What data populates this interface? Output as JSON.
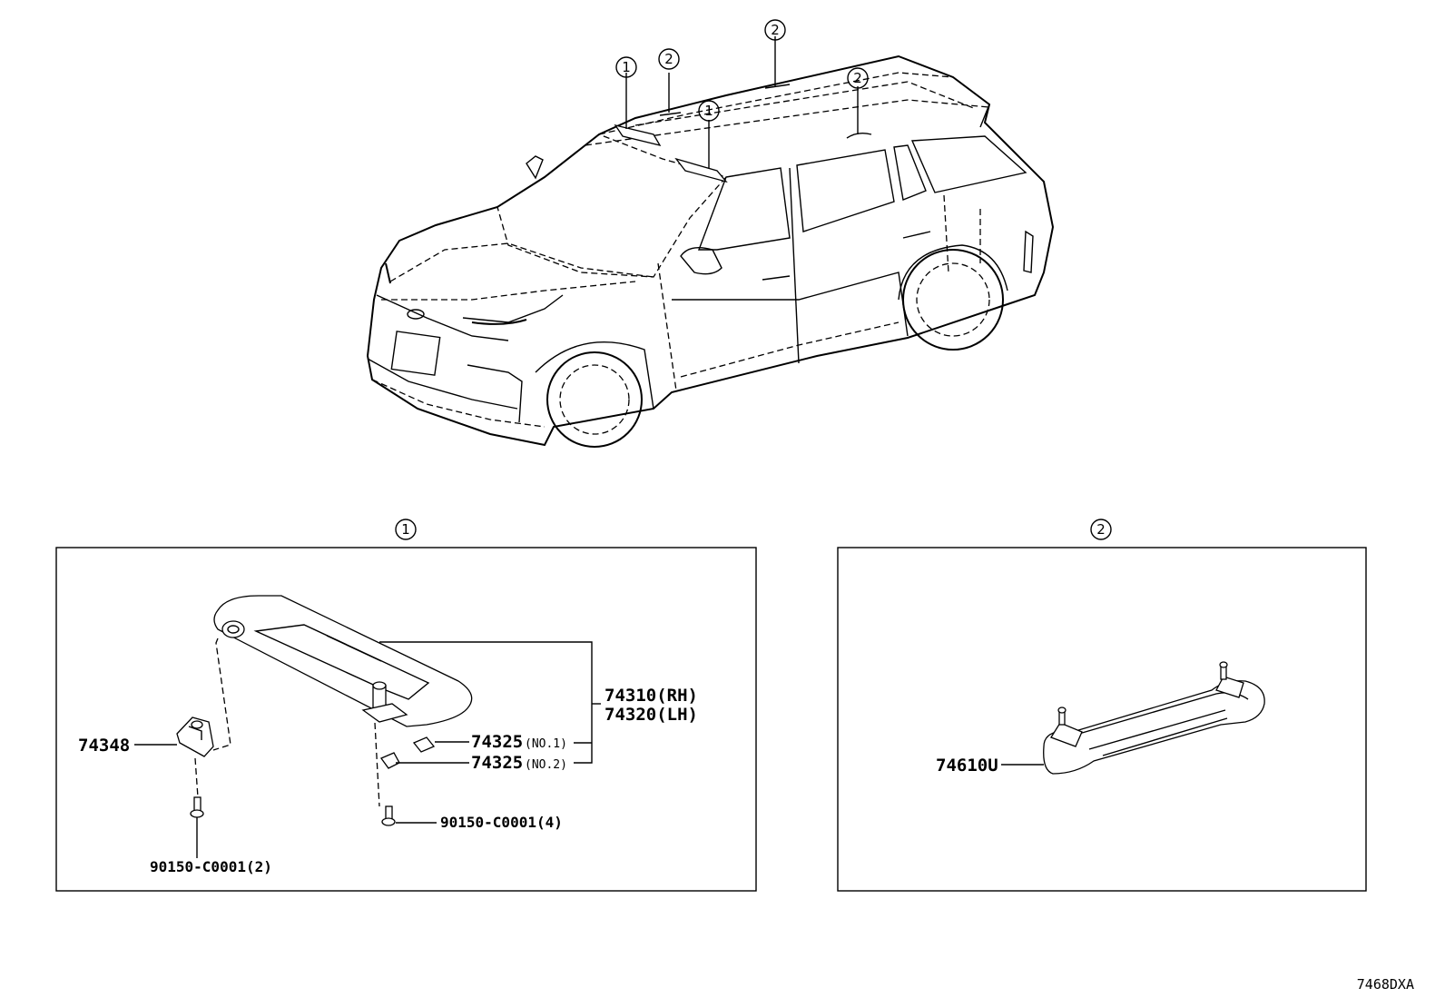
{
  "callouts": {
    "one": "1",
    "two": "2"
  },
  "panel1": {
    "parts": {
      "visor_rh": "74310(RH)",
      "visor_lh": "74320(LH)",
      "holder": "74348",
      "clip_no1": "74325",
      "clip_no1_note": "(NO.1)",
      "clip_no2": "74325",
      "clip_no2_note": "(NO.2)",
      "screw_right": "90150-C0001(4)",
      "screw_left": "90150-C0001(2)"
    }
  },
  "panel2": {
    "parts": {
      "grip": "74610U"
    }
  },
  "diagram_code": "7468DXA"
}
